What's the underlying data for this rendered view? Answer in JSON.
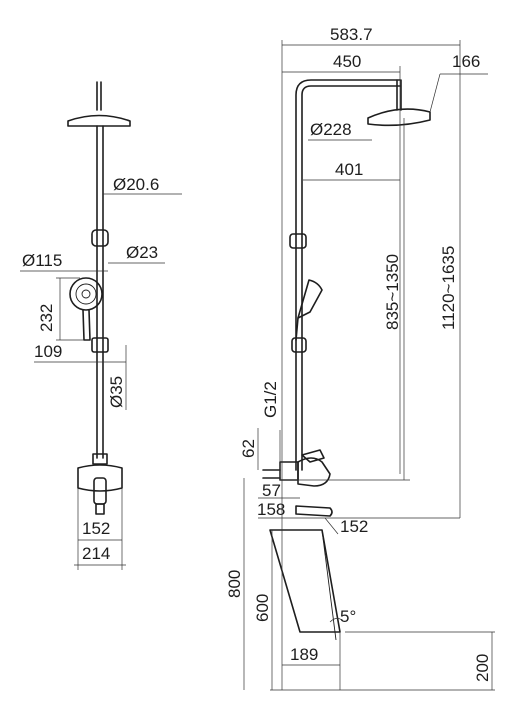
{
  "front_view": {
    "shower_arm_diameter": "Ø20.6",
    "head_diameter": "Ø115",
    "holder_diameter": "Ø23",
    "handheld_length": "232",
    "bracket_width": "109",
    "pipe_diameter": "Ø35",
    "inlet_spacing": "152",
    "mixer_width": "214"
  },
  "side_view": {
    "total_reach": "583.7",
    "arm_length": "450",
    "head_height": "166",
    "overhead_diameter": "Ø228",
    "arm_inner": "401",
    "height_range_head": "835~1350",
    "height_range_total": "1120~1635",
    "thread_size": "G1/2",
    "inlet_offset": "62",
    "mixer_depth": "57",
    "mixer_depth_total": "158",
    "spout_reach": "152",
    "floor_height": "800",
    "tub_height": "600",
    "tub_width": "189",
    "base_height": "200",
    "tub_angle": "5°"
  }
}
